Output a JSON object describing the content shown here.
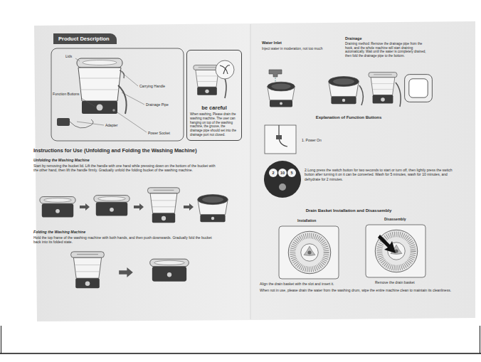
{
  "diagram": {
    "nodes": [
      {
        "text": [
          "Product Description"
        ]
      },
      {
        "text": [
          "be careful",
          "When washing, Please drain the washing machine. The user can hanging on top of the washing machine, the groove, the drainage pipe should set into the drainage port not closed."
        ]
      }
    ],
    "labels": [
      "Lids",
      "Carrying Handle",
      "Drainage Pipe",
      "Function Buttons",
      "Adapter",
      "Power Socket",
      "Instructions for Use (Unfolding and Folding the Washing Machine)",
      "Unfolding the Washing Machine",
      "Start by removing the bucket lid. Lift the handle with one hand while pressing down on the bottom of the bucket with the other hand, then lift the handle firmly. Gradually unfold the folding bucket of the washing machine.",
      "Folding the Washing Machine",
      "Hold the top frame of the washing machine with both hands, and then push downwards. Gradually fold the bucket back into its folded state.",
      "Water Inlet",
      "Inject water in moderation, not too much",
      "Drainage",
      "Draining method: Remove the drainage pipe from the hook, and the whole machine will start draining automatically. Wait until the water is completely drained, then fold the drainage pipe to the bottom.",
      "Explanation of Function Buttons",
      "1. Power On",
      "2",
      "10",
      "5",
      "2.Long press the switch button for two seconds to start or turn off, then lightly press the switch button after turning it on it can be converted. Wash for 5 minutes, wash for 10 minutes, and dehydrate for 2 minutes.",
      "Drain Basket Installation and Disassembly",
      "Installation",
      "Disassembly",
      "Align the drain basket with the slot and insert it.",
      "Remove the drain basket",
      "When not in use, please drain the water from the washing drum, wipe the entire machine clean to maintain its cleanliness."
    ]
  }
}
